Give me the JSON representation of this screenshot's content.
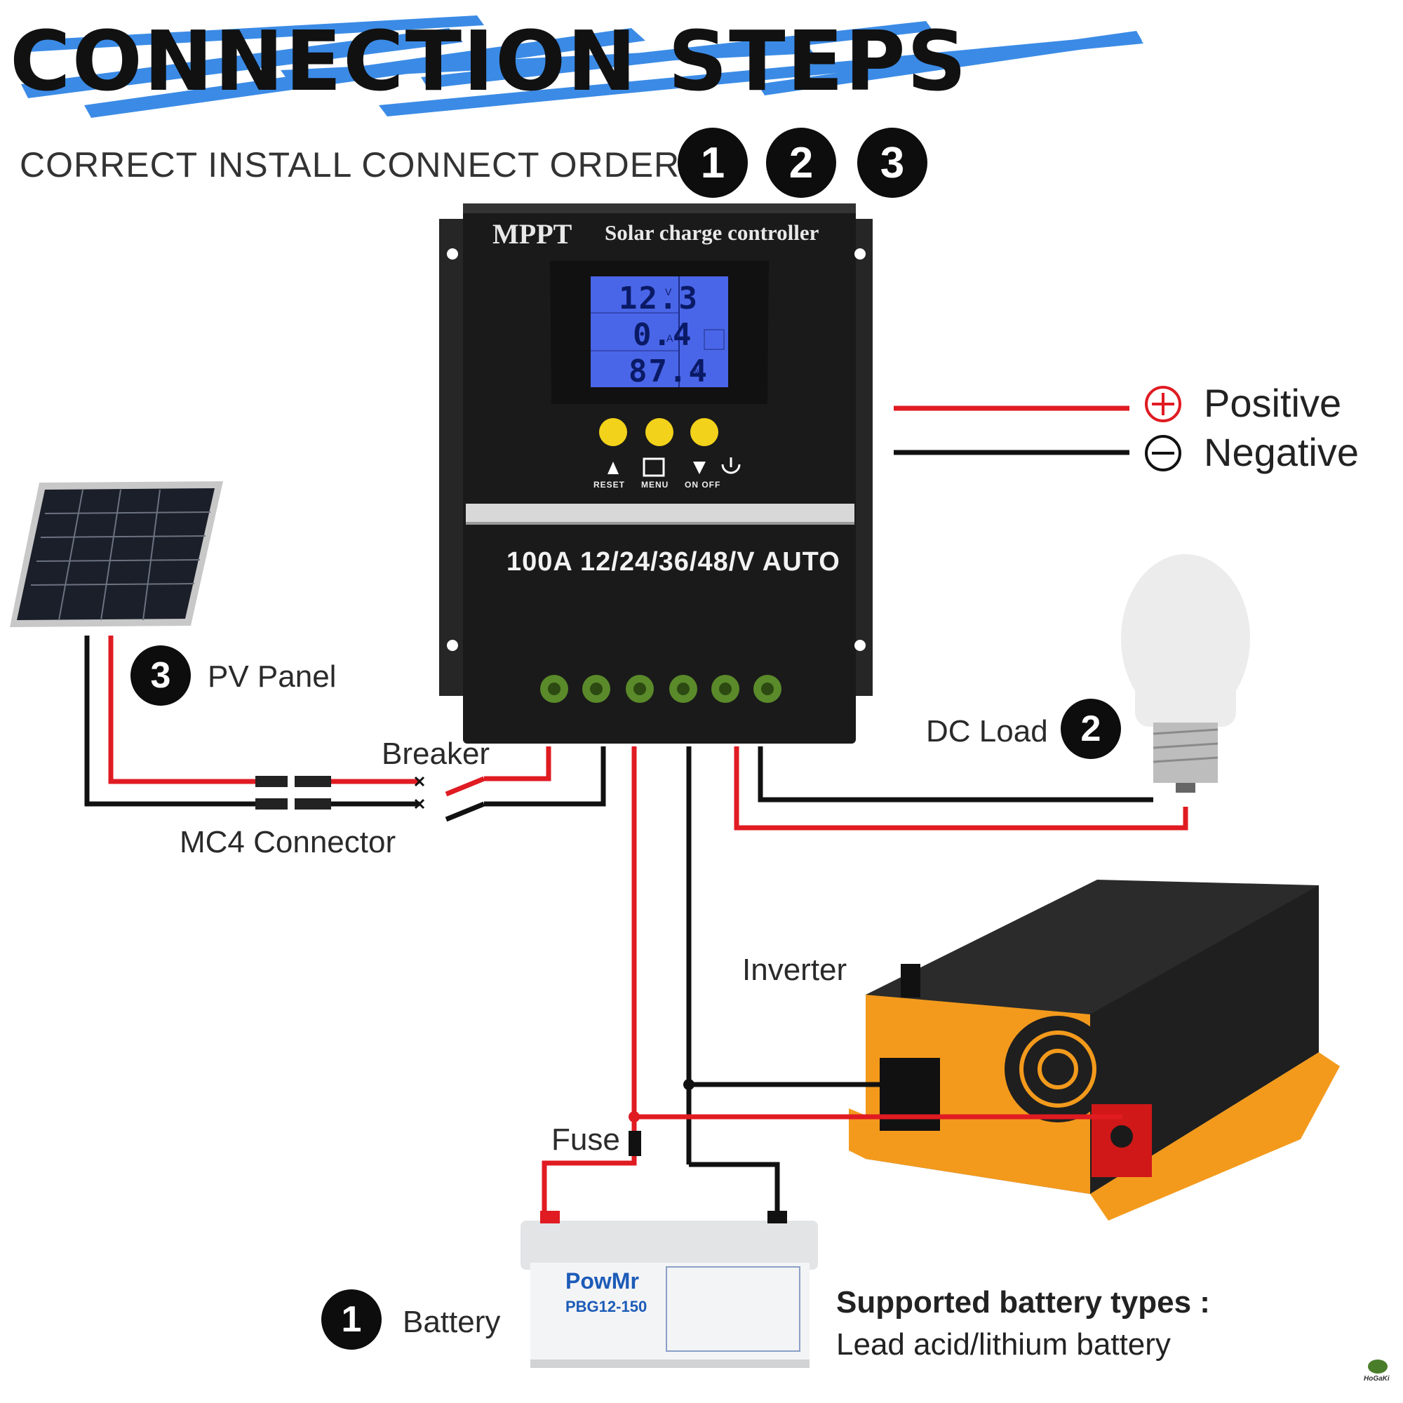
{
  "title": "CONNECTION STEPS",
  "order": {
    "label": "CORRECT INSTALL CONNECT ORDER:",
    "steps": [
      "1",
      "2",
      "3"
    ]
  },
  "legend": {
    "positive_symbol": "+",
    "positive": "Positive",
    "negative_symbol": "−",
    "negative": "Negative"
  },
  "controller": {
    "brand": "MPPT",
    "subtitle": "Solar charge controller",
    "lcd": {
      "voltage": "12.3",
      "voltage_unit": "V",
      "current": "0.4",
      "current_unit": "A",
      "percent": "87.4",
      "percent_unit": "%"
    },
    "buttons": [
      "RESET",
      "MENU",
      "ON OFF"
    ],
    "rating": "100A 12/24/36/48/V AUTO"
  },
  "components": {
    "pv_panel": {
      "step": "3",
      "label": "PV Panel"
    },
    "breaker": "Breaker",
    "mc4": "MC4 Connector",
    "dc_load": {
      "step": "2",
      "label": "DC Load"
    },
    "inverter": "Inverter",
    "fuse": "Fuse",
    "battery": {
      "step": "1",
      "label": "Battery",
      "brand": "PowMr",
      "model": "PBG12-150"
    }
  },
  "supported": {
    "title": "Supported battery types :",
    "text": "Lead acid/lithium battery"
  },
  "logo": "HoGaKi",
  "colors": {
    "positive_wire": "#e01b22",
    "negative_wire": "#111111",
    "accent_blue": "#3b8be6",
    "controller_body": "#1a1a1a",
    "lcd": "#4a66e8",
    "button": "#f2d21a",
    "inverter_orange": "#f39a1c",
    "terminal": "#5a8a2a"
  }
}
